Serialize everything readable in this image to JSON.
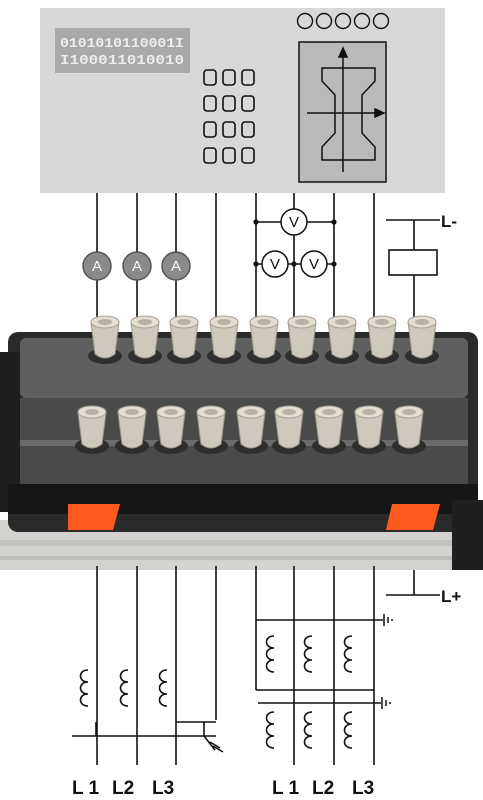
{
  "panel": {
    "binary_line_1": "0101010110001I",
    "binary_line_2": "I100011010010",
    "indicator_leds": 5
  },
  "meters": {
    "ammeter_symbol": "A",
    "voltmeter_symbol": "V"
  },
  "supply": {
    "negative": "L-",
    "positive": "L+"
  },
  "phases_left": [
    "L 1",
    "L2",
    "L3"
  ],
  "phases_right": [
    "L 1",
    "L2",
    "L3"
  ],
  "colors": {
    "panel_bg": "#d8d8d8",
    "display_bg": "#b9b9b9",
    "meter_ammeter_fill": "#8a8a8a",
    "terminal_cap": "#d7d1c6",
    "housing_dark": "#232323",
    "housing_mid": "#5d5d5d",
    "latch_orange": "#ff5a1e",
    "base_grey": "#d3d2ce"
  },
  "icons": {
    "ground": "earth-ground-icon",
    "axes": "hysteresis-axes-icon"
  }
}
